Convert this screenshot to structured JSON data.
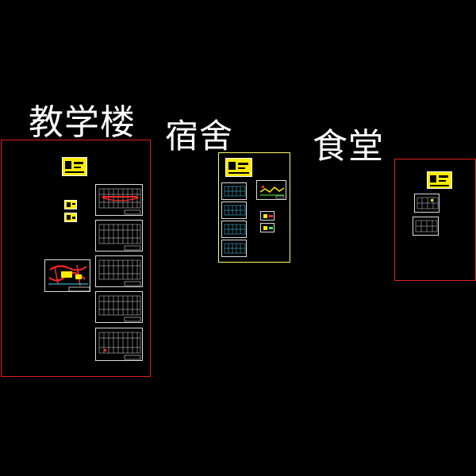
{
  "groups": [
    {
      "title": "教学楼",
      "frame_color": "#e02020"
    },
    {
      "title": "宿舍",
      "frame_color": "#ffff66"
    },
    {
      "title": "食堂",
      "frame_color": "#e02020"
    }
  ],
  "colors": {
    "background": "#000000",
    "sheet_border": "#dddddd",
    "sheet_yellow": "#ffeb00",
    "detail_red": "#ff2a2a",
    "detail_cyan": "#4ad8ff",
    "detail_green": "#44ff44"
  }
}
